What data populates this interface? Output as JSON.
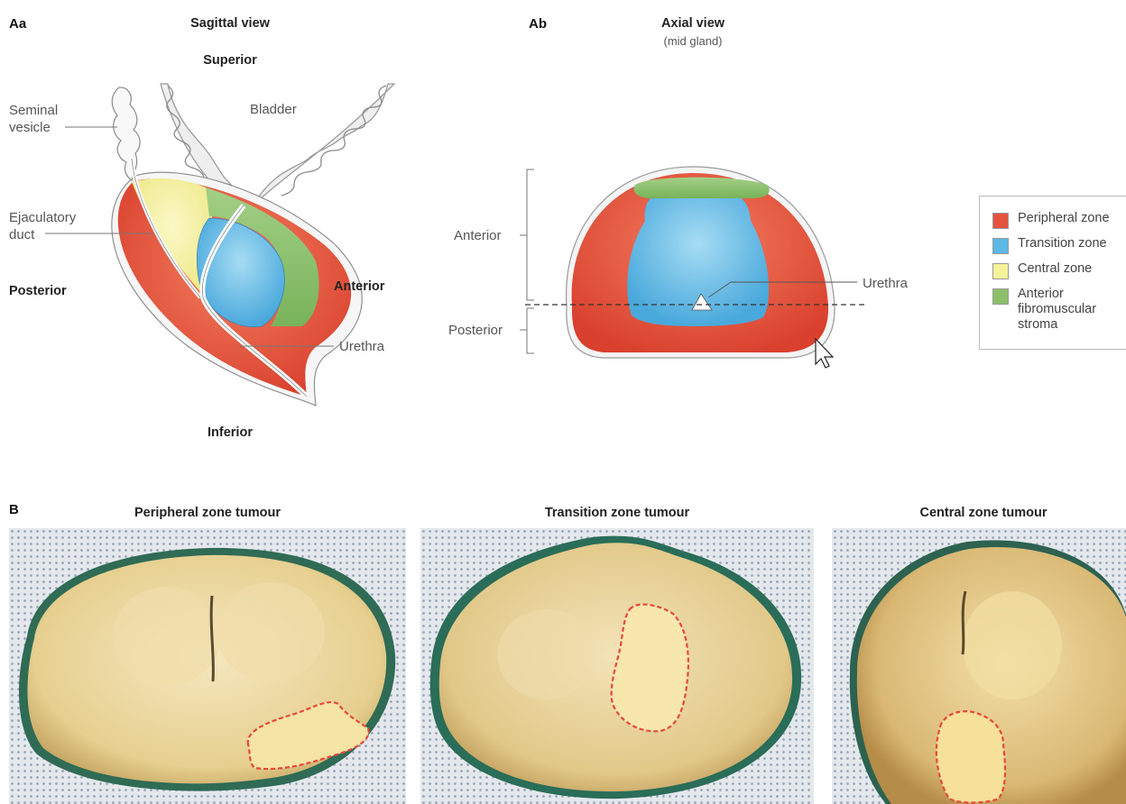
{
  "panel_a": {
    "sagittal": {
      "letter": "Aa",
      "title": "Sagittal view",
      "superior": "Superior",
      "inferior": "Inferior",
      "posterior": "Posterior",
      "anterior": "Anterior",
      "seminal_vesicle": [
        "Seminal",
        "vesicle"
      ],
      "bladder": "Bladder",
      "ejaculatory_duct": [
        "Ejaculatory",
        "duct"
      ],
      "urethra": "Urethra"
    },
    "axial": {
      "letter": "Ab",
      "title": "Axial view",
      "subtitle": "(mid gland)",
      "anterior": "Anterior",
      "posterior": "Posterior",
      "urethra": "Urethra"
    },
    "legend": [
      {
        "label": [
          "Peripheral zone"
        ],
        "color": "#e5533f"
      },
      {
        "label": [
          "Transition zone"
        ],
        "color": "#5cb8e6"
      },
      {
        "label": [
          "Central zone"
        ],
        "color": "#f5f29a"
      },
      {
        "label": [
          "Anterior",
          "fibromuscular",
          "stroma"
        ],
        "color": "#8cbf6a"
      }
    ]
  },
  "panel_b": {
    "letter": "B",
    "titles": [
      "Peripheral zone tumour",
      "Transition zone tumour",
      "Central zone tumour"
    ]
  },
  "colors": {
    "peripheral": "#e5533f",
    "transition": "#5cb8e6",
    "central": "#f5f29a",
    "stroma": "#8cbf6a",
    "tumour_outline": "#e8473a"
  },
  "icons": [
    "mouse-cursor-icon"
  ]
}
